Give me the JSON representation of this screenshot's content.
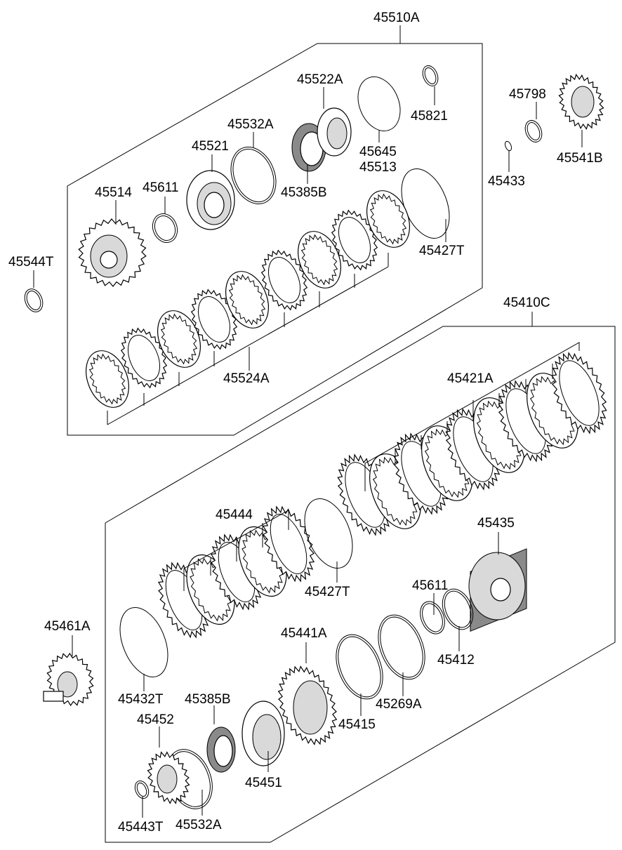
{
  "assemblies": {
    "upper": "45510A",
    "lower": "45410C"
  },
  "parts": {
    "p45510A": "45510A",
    "p45522A": "45522A",
    "p45821": "45821",
    "p45798": "45798",
    "p45532A_top": "45532A",
    "p45521": "45521",
    "p45645": "45645",
    "p45513": "45513",
    "p45541B": "45541B",
    "p45611_top": "45611",
    "p45514": "45514",
    "p45385B_top": "45385B",
    "p45433": "45433",
    "p45544T": "45544T",
    "p45427T_top": "45427T",
    "p45410C": "45410C",
    "p45524A": "45524A",
    "p45421A": "45421A",
    "p45444": "45444",
    "p45435": "45435",
    "p45427T_mid": "45427T",
    "p45611_bot": "45611",
    "p45461A": "45461A",
    "p45441A": "45441A",
    "p45412": "45412",
    "p45432T": "45432T",
    "p45385B_bot": "45385B",
    "p45269A": "45269A",
    "p45415": "45415",
    "p45452": "45452",
    "p45451": "45451",
    "p45443T": "45443T",
    "p45532A_bot": "45532A"
  }
}
